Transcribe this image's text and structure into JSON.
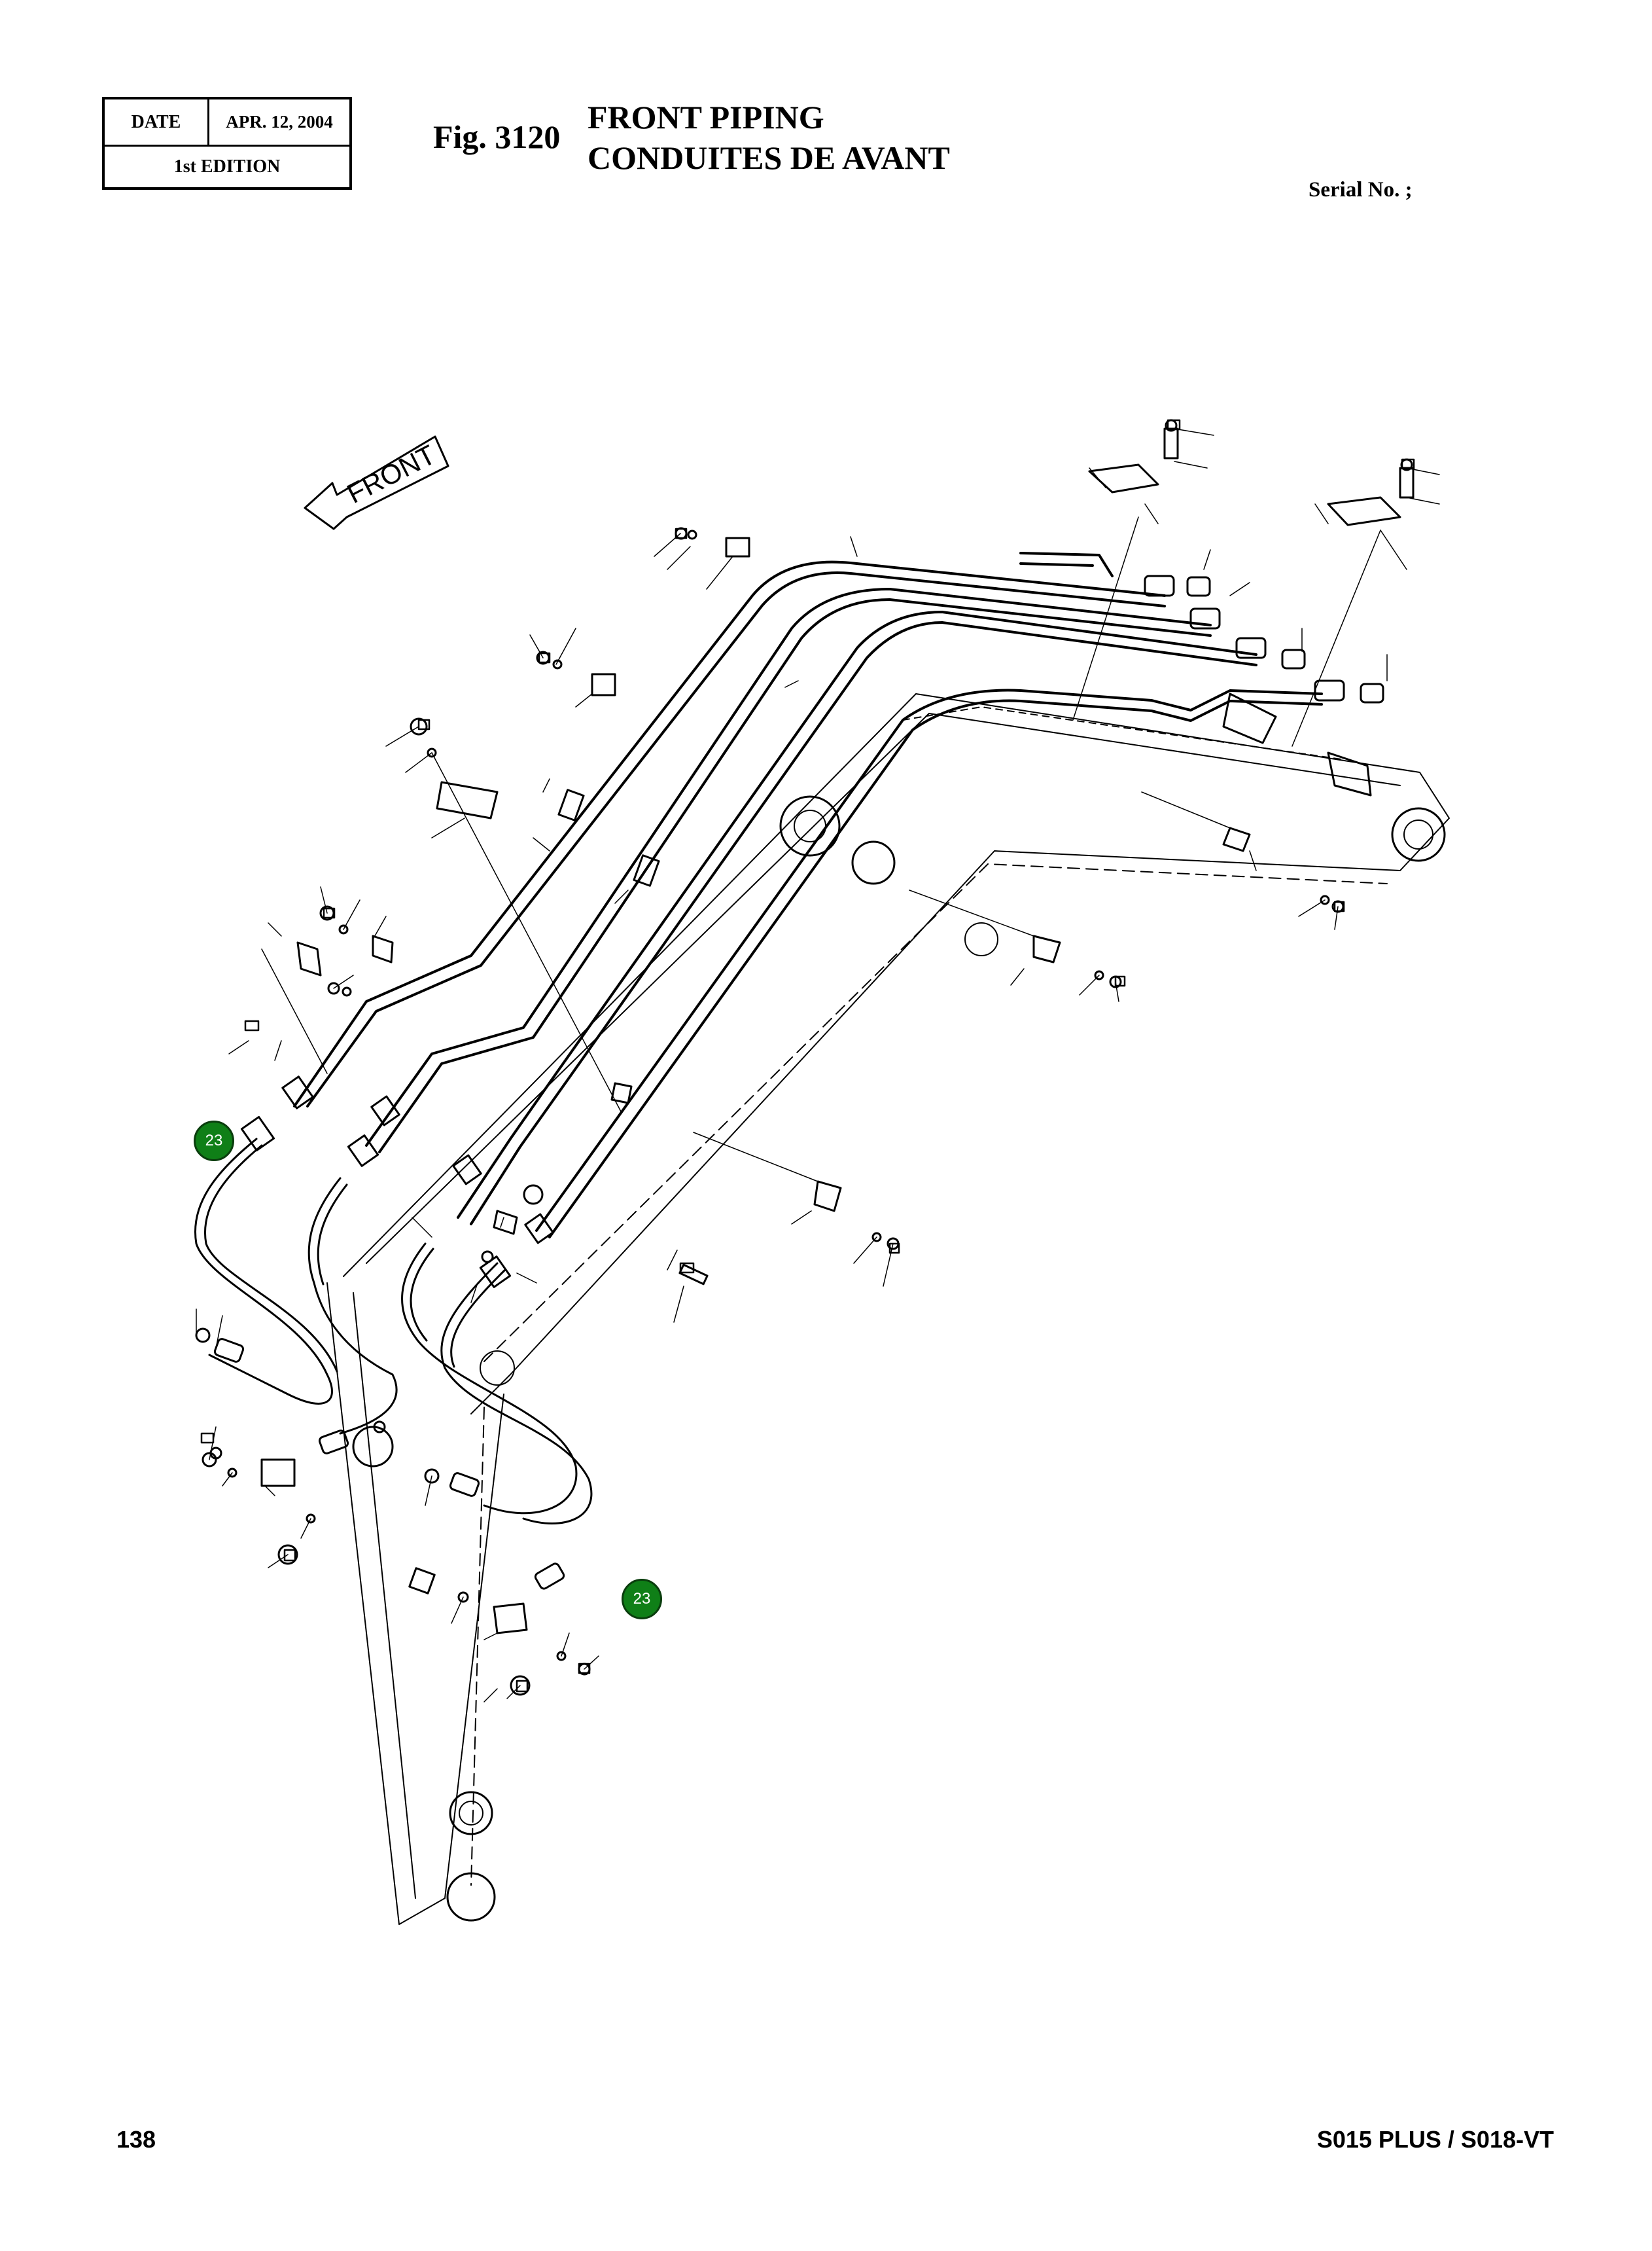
{
  "header": {
    "date_label": "DATE",
    "date_value": "APR. 12, 2004",
    "edition": "1st EDITION",
    "figure_number": "Fig. 3120",
    "title_en": "FRONT PIPING",
    "title_fr": "CONDUITES DE AVANT",
    "serial_label": "Serial No. ;"
  },
  "diagram": {
    "direction_label": "FRONT",
    "callouts": [
      "23",
      "23"
    ],
    "colors": {
      "line": "#000000",
      "callout_fill": "#0f7f17",
      "callout_text": "#ffffff"
    }
  },
  "footer": {
    "page_number": "138",
    "model": "S015 PLUS / S018-VT"
  }
}
